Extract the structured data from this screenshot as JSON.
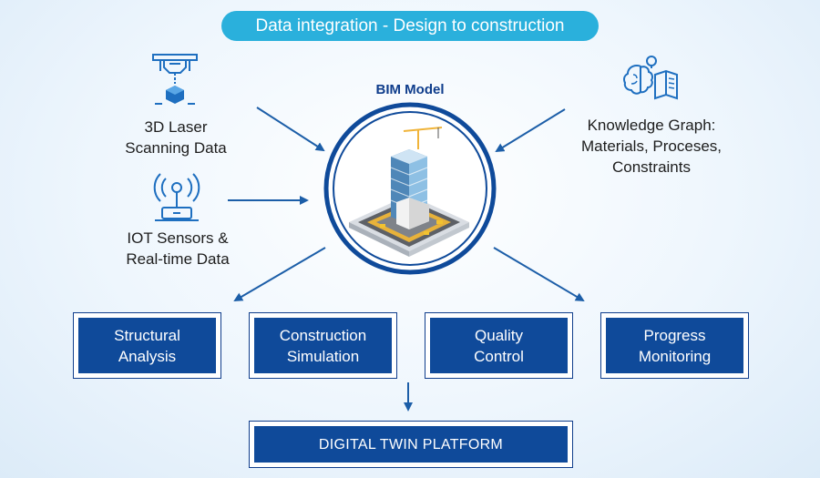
{
  "header": {
    "title": "Data integration - Design to construction"
  },
  "inputs": {
    "laser": [
      "3D Laser",
      "Scanning Data"
    ],
    "iot": [
      "IOT Sensors &",
      "Real-time Data"
    ],
    "knowledge": [
      "Knowledge Graph:",
      "Materials, Proceses,",
      "Constraints"
    ]
  },
  "bim": {
    "title": "BIM Model"
  },
  "outputs": [
    {
      "line1": "Structural",
      "line2": "Analysis"
    },
    {
      "line1": "Construction",
      "line2": "Simulation"
    },
    {
      "line1": "Quality",
      "line2": "Control"
    },
    {
      "line1": "Progress",
      "line2": "Monitoring"
    }
  ],
  "platform": {
    "label": "DIGITAL TWIN PLATFORM"
  },
  "colors": {
    "primary": "#0f4a9a",
    "accent": "#2ab0dc",
    "arrow": "#1c5ea8"
  },
  "icons": {
    "laser": "laser-scanner-icon",
    "iot": "antenna-sensor-icon",
    "knowledge": "brain-book-icon",
    "bim": "building-model-icon"
  }
}
